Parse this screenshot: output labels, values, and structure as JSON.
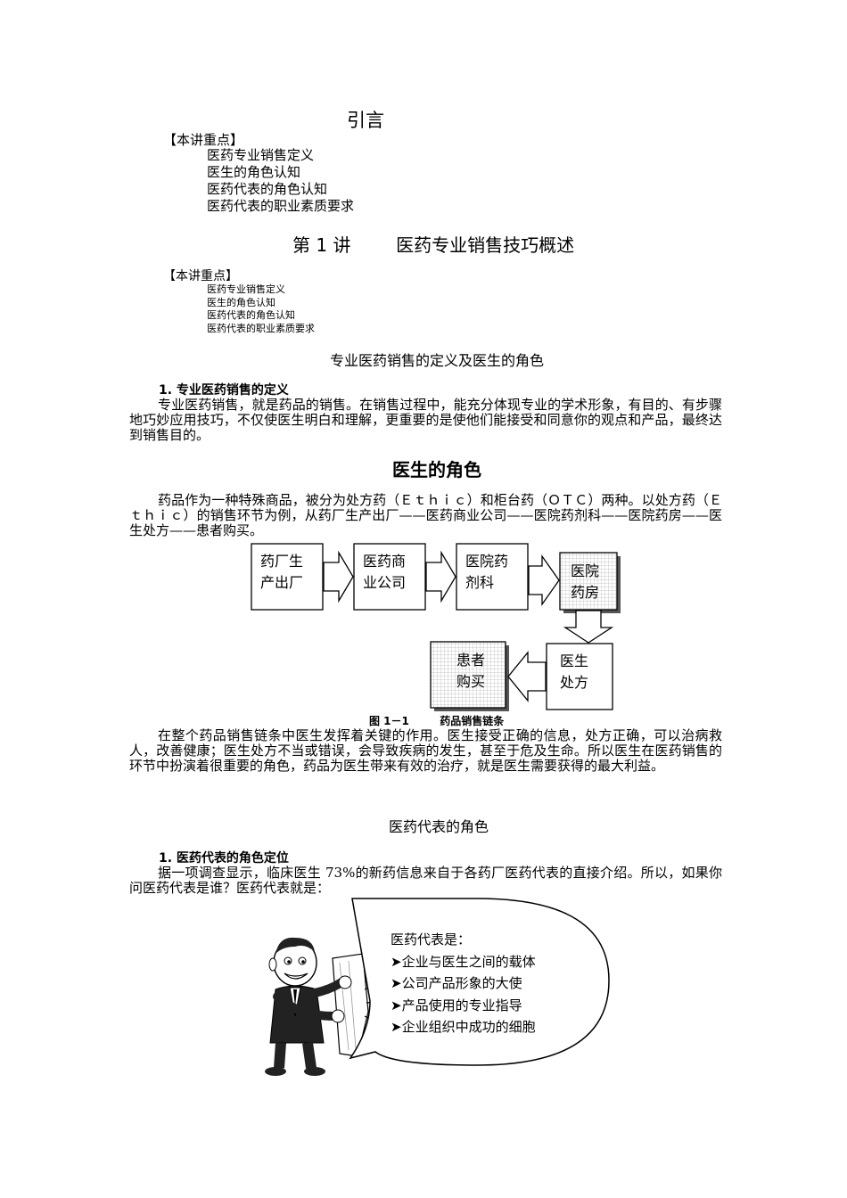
{
  "intro": {
    "title": "引言",
    "keypoints_label": "【本讲重点】",
    "keypoints": [
      "医药专业销售定义",
      "医生的角色认知",
      "医药代表的角色认知",
      "医药代表的职业素质要求"
    ]
  },
  "lecture1": {
    "title_num": "第 1 讲",
    "title_text": "医药专业销售技巧概述",
    "keypoints_label": "【本讲重点】",
    "keypoints": [
      "医药专业销售定义",
      "医生的角色认知",
      "医药代表的角色认知",
      "医药代表的职业素质要求"
    ]
  },
  "section_def": {
    "heading": "专业医药销售的定义及医生的角色",
    "sub": "1. 专业医药销售的定义",
    "para": "专业医药销售，就是药品的销售。在销售过程中，能充分体现专业的学术形象，有目的、有步骤地巧妙应用技巧，不仅使医生明白和理解，更重要的是使他们能接受和同意你的观点和产品，最终达到销售目的。"
  },
  "section_doctor": {
    "heading": "医生的角色",
    "para1": "药品作为一种特殊商品，被分为处方药（Ｅｔｈｉｃ）和柜台药（ＯＴＣ）两种。以处方药（Ｅｔｈｉｃ）的销售环节为例，从药厂生产出厂——医药商业公司——医院药剂科——医院药房——医生处方——患者购买。",
    "para2": "在整个药品销售链条中医生发挥着关键的作用。医生接受正确的信息，处方正确，可以治病救人，改善健康；医生处方不当或错误，会导致疾病的发生，甚至于危及生命。所以医生在医药销售的环节中扮演着很重要的角色，药品为医生带来有效的治疗，就是医生需要获得的最大利益。"
  },
  "figure1": {
    "box1": [
      "药厂生",
      "产出厂"
    ],
    "box2": [
      "医药商",
      "业公司"
    ],
    "box3": [
      "医院药",
      "剂科"
    ],
    "box4": [
      "医院",
      "药房"
    ],
    "box5": [
      "医生",
      "处方"
    ],
    "box6": [
      "患者",
      "购买"
    ],
    "caption_num": "图 1－1",
    "caption_text": "药品销售链条"
  },
  "section_rep": {
    "heading": "医药代表的角色",
    "sub": "1. 医药代表的角色定位",
    "para": "据一项调查显示，临床医生 73%的新药信息来自于各药厂医药代表的直接介绍。所以，如果你问医药代表是谁？医药代表就是：",
    "bubble_title": "医药代表是：",
    "bubble_items": [
      "企业与医生之间的载体",
      "公司产品形象的大使",
      "产品使用的专业指导",
      "企业组织中成功的细胞"
    ]
  }
}
